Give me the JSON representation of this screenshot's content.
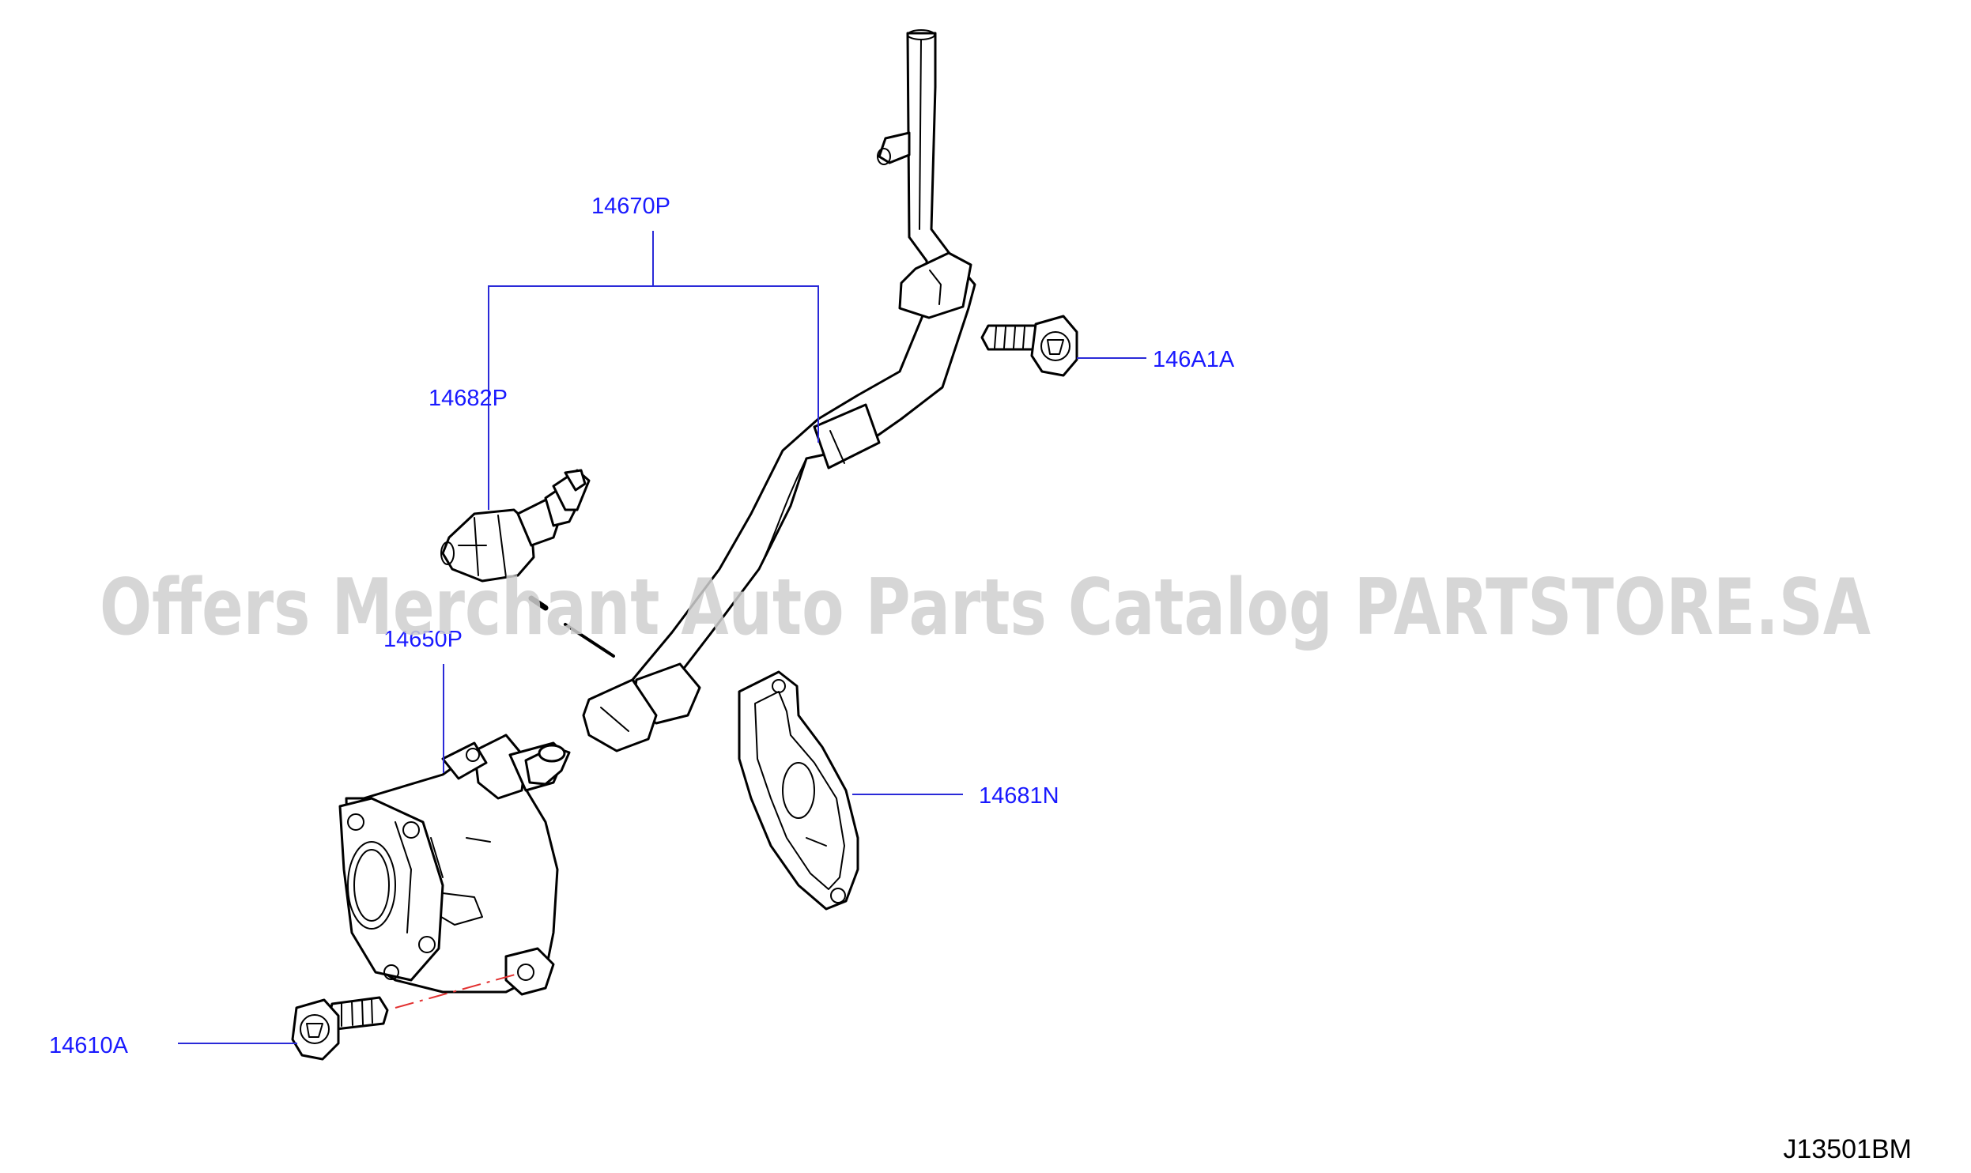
{
  "watermark": "Offers Merchant Auto Parts Catalog PARTSTORE.SA",
  "diagram_code": "J13501BM",
  "colors": {
    "label": "#1a1aff",
    "leader": "#2a2ad8",
    "watermark": "#cfcfcf",
    "line": "#000000",
    "centerline": "#e23030"
  },
  "parts": [
    {
      "id": "14670P"
    },
    {
      "id": "14682P"
    },
    {
      "id": "146A1A"
    },
    {
      "id": "14650P"
    },
    {
      "id": "14681N"
    },
    {
      "id": "14610A"
    }
  ]
}
